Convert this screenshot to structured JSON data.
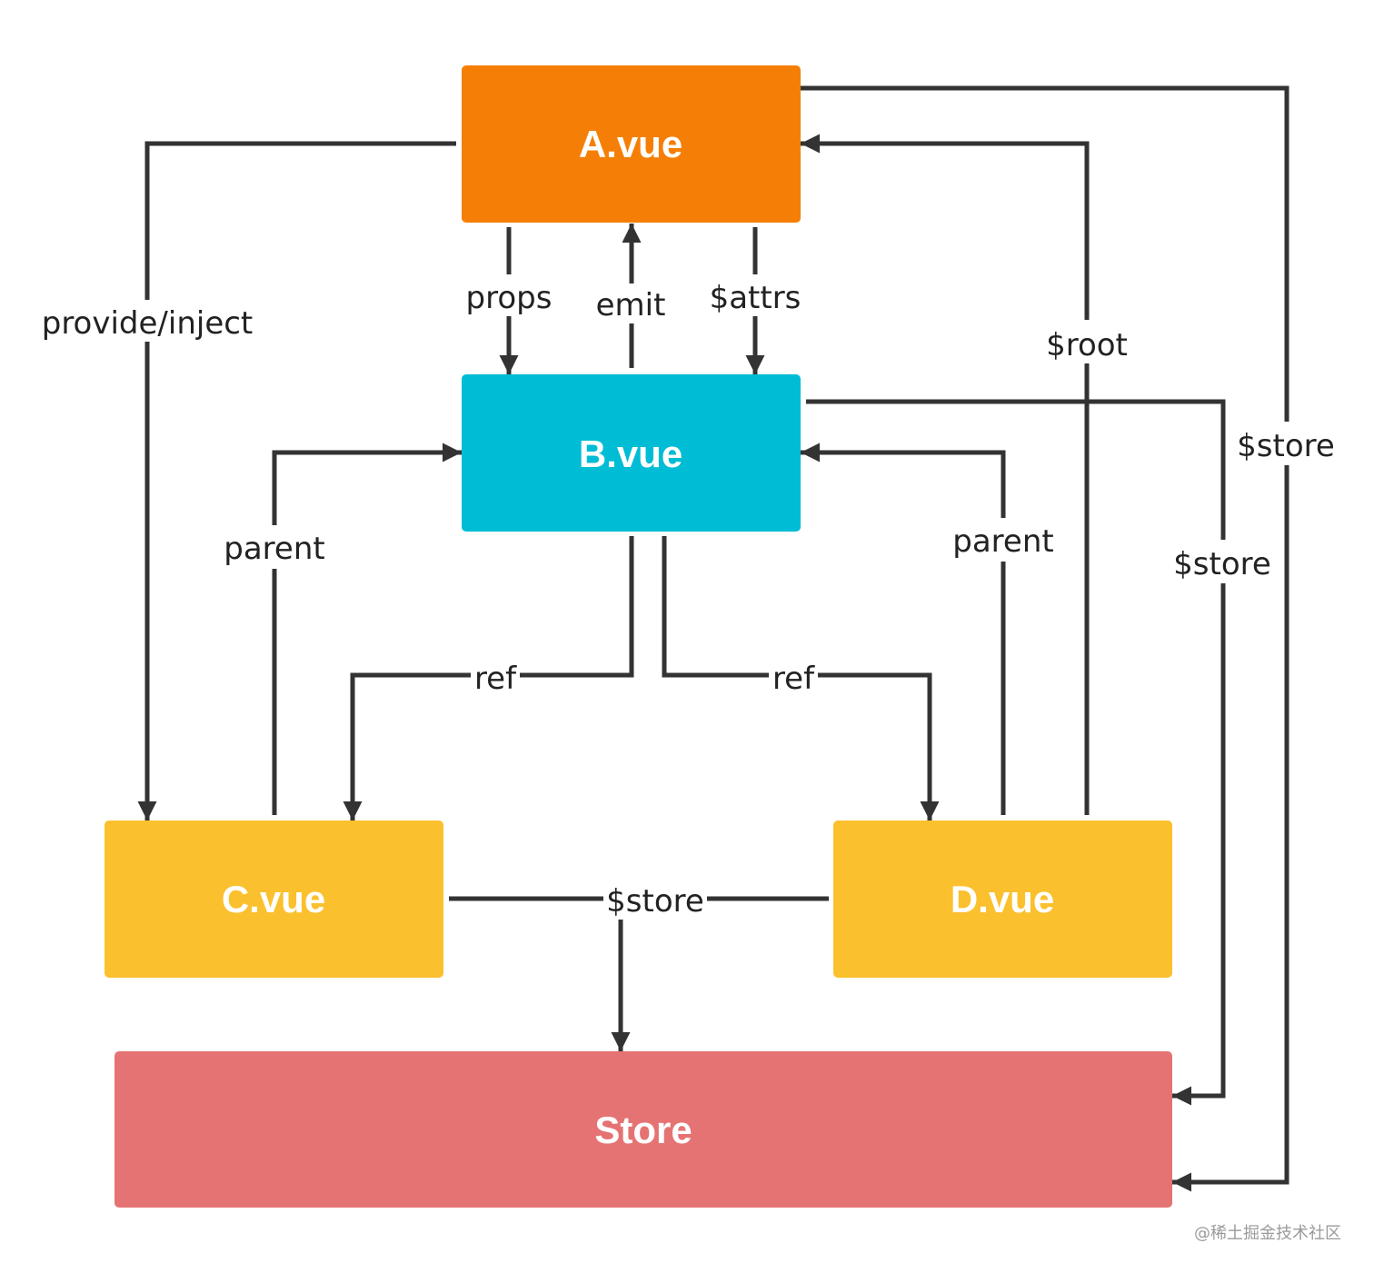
{
  "nodes": {
    "a": {
      "label": "A.vue",
      "color": "#F57F06"
    },
    "b": {
      "label": "B.vue",
      "color": "#00BCD4"
    },
    "c": {
      "label": "C.vue",
      "color": "#FBC02D"
    },
    "d": {
      "label": "D.vue",
      "color": "#FBC02D"
    },
    "store": {
      "label": "Store",
      "color": "#E57373"
    }
  },
  "edges": {
    "provide_inject": "provide/inject",
    "props": "props",
    "emit": "emit",
    "attrs": "$attrs",
    "root": "$root",
    "store_a": "$store",
    "store_b": "$store",
    "parent_c": "parent",
    "parent_d": "parent",
    "ref_c": "ref",
    "ref_d": "ref",
    "store_cd": "$store"
  },
  "line_color": "#333333",
  "watermark": "@稀土掘金技术社区"
}
